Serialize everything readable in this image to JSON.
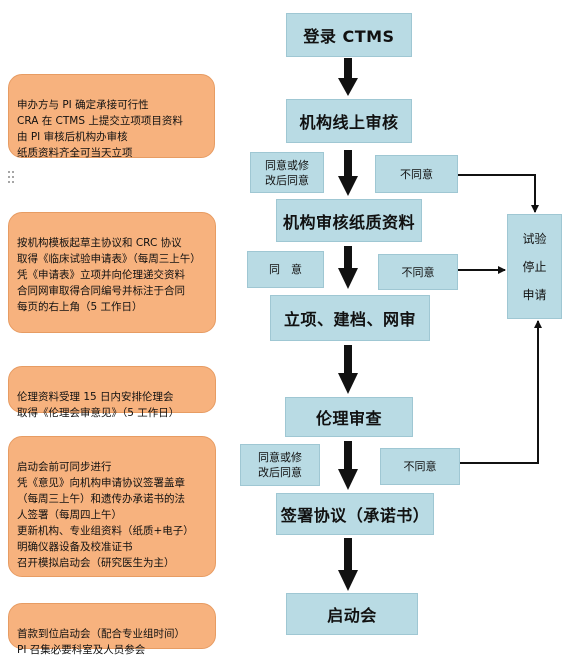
{
  "flow": {
    "step_login": "登录 CTMS",
    "step_online_review": "机构线上审核",
    "cond_agree_revise_1": "同意或修\n改后同意",
    "cond_disagree_1": "不同意",
    "step_paper_review": "机构审核纸质资料",
    "cond_agree": "同　意",
    "cond_disagree_2": "不同意",
    "step_project_setup": "立项、建档、网审",
    "step_ethics_review": "伦理审查",
    "cond_agree_revise_2": "同意或修\n改后同意",
    "cond_disagree_3": "不同意",
    "step_sign_agreement": "签署协议（承诺书）",
    "step_kickoff": "启动会",
    "side_stop": [
      "试验",
      "停止",
      "申请"
    ]
  },
  "notes": {
    "note1": "申办方与 PI 确定承接可行性\nCRA 在 CTMS 上提交立项项目资料\n由 PI 审核后机构办审核\n纸质资料齐全可当天立项",
    "note2": "按机构模板起草主协议和 CRC 协议\n取得《临床试验申请表》（每周三上午）\n凭《申请表》立项并向伦理递交资料\n合同网审取得合同编号并标注于合同\n每页的右上角（5 工作日）",
    "note3": "伦理资料受理 15 日内安排伦理会\n取得《伦理会审意见》（5 工作日）",
    "note4": "启动会前可同步进行\n凭《意见》向机构申请协议签署盖章\n（每周三上午）和遗传办承诺书的法\n人签署（每周四上午）\n更新机构、专业组资料（纸质+电子）\n明确仪器设备及校准证书\n召开模拟启动会（研究医生为主）",
    "note5": "首款到位启动会（配合专业组时间）\nPI 召集必要科室及人员参会"
  },
  "colors": {
    "step_fill": "#b9dbe4",
    "note_fill": "#f7b27e",
    "arrow": "#111111"
  }
}
